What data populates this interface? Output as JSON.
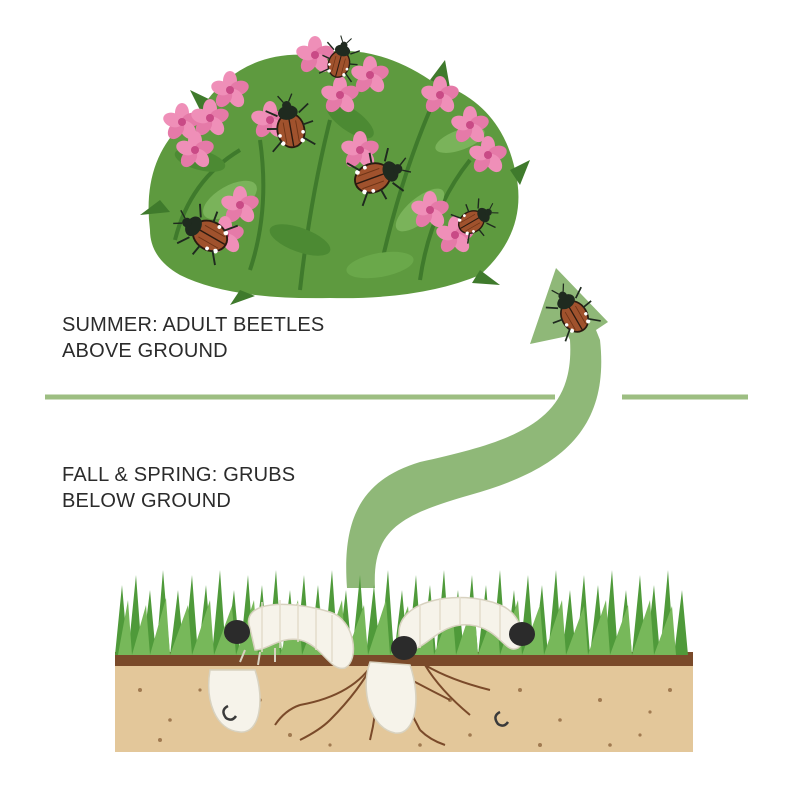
{
  "labels": {
    "summer_line1": "SUMMER: ADULT BEETLES",
    "summer_line2": "ABOVE GROUND",
    "fall_line1": "FALL & SPRING: GRUBS",
    "fall_line2": "BELOW GROUND"
  },
  "colors": {
    "background": "#ffffff",
    "divider": "#9dbe82",
    "arrow": "#8fb878",
    "leaf": "#5e9a3f",
    "leaf_dark": "#3f7a2c",
    "flower": "#e57aa8",
    "flower_dark": "#c94a86",
    "beetle_shell": "#a0522d",
    "beetle_head": "#1f2a1f",
    "grass": "#4f9a3a",
    "soil": "#e3c79a",
    "soil_top": "#7a4a2a",
    "grub": "#f6f3ea",
    "grub_head": "#2b2b2b",
    "root": "#7a4a2a",
    "text": "#2b2b2b"
  },
  "icons": [
    "flowering-shrub-icon",
    "japanese-beetle-icon",
    "grub-icon",
    "grass-icon",
    "root-icon",
    "up-arrow-icon"
  ]
}
